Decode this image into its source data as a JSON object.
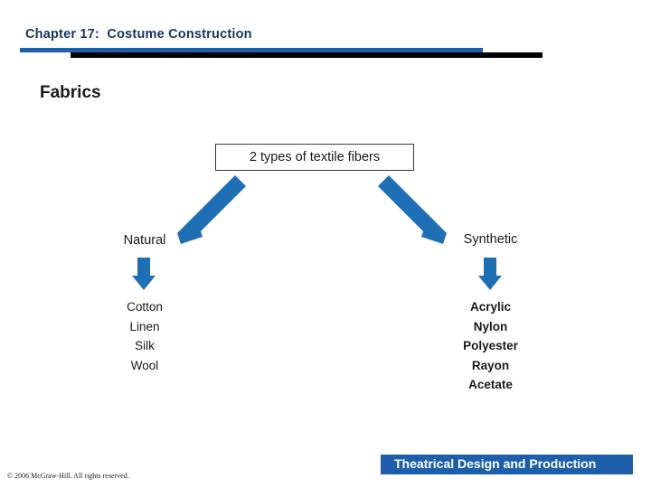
{
  "header": {
    "chapter_title": "Chapter 17:  Costume Construction",
    "rule_color": "#1f5fa9",
    "shadow_color": "#000000"
  },
  "slide": {
    "title": "Fabrics",
    "top_box_label": "2 types of textile fibers",
    "branches": [
      {
        "name": "natural",
        "label": "Natural",
        "items": [
          "Cotton",
          "Linen",
          "Silk",
          "Wool"
        ]
      },
      {
        "name": "synthetic",
        "label": "Synthetic",
        "items": [
          "Acrylic",
          "Nylon",
          "Polyester",
          "Rayon",
          "Acetate"
        ]
      }
    ],
    "arrow_color": "#1f6fb5"
  },
  "footer": {
    "banner_text": "Theatrical Design and Production",
    "banner_color": "#1f5fa9",
    "copyright": "© 2006 McGraw-Hill. All rights reserved."
  }
}
